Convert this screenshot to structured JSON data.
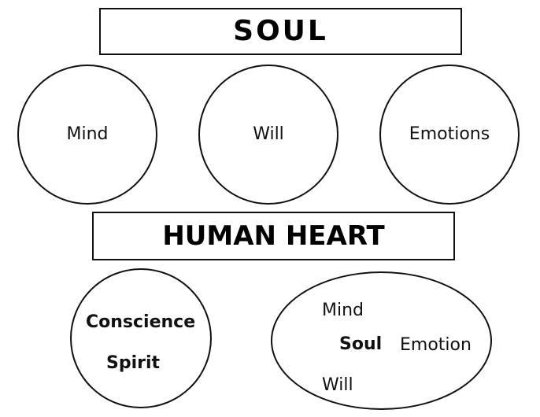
{
  "soul_header": {
    "title": "SOUL"
  },
  "soul_parts": {
    "mind": "Mind",
    "will": "Will",
    "emotions": "Emotions"
  },
  "heart_header": {
    "title": "HUMAN HEART"
  },
  "heart_left": {
    "conscience": "Conscience",
    "spirit": "Spirit"
  },
  "heart_right": {
    "mind": "Mind",
    "soul": "Soul",
    "emotion": "Emotion",
    "will": "Will"
  }
}
